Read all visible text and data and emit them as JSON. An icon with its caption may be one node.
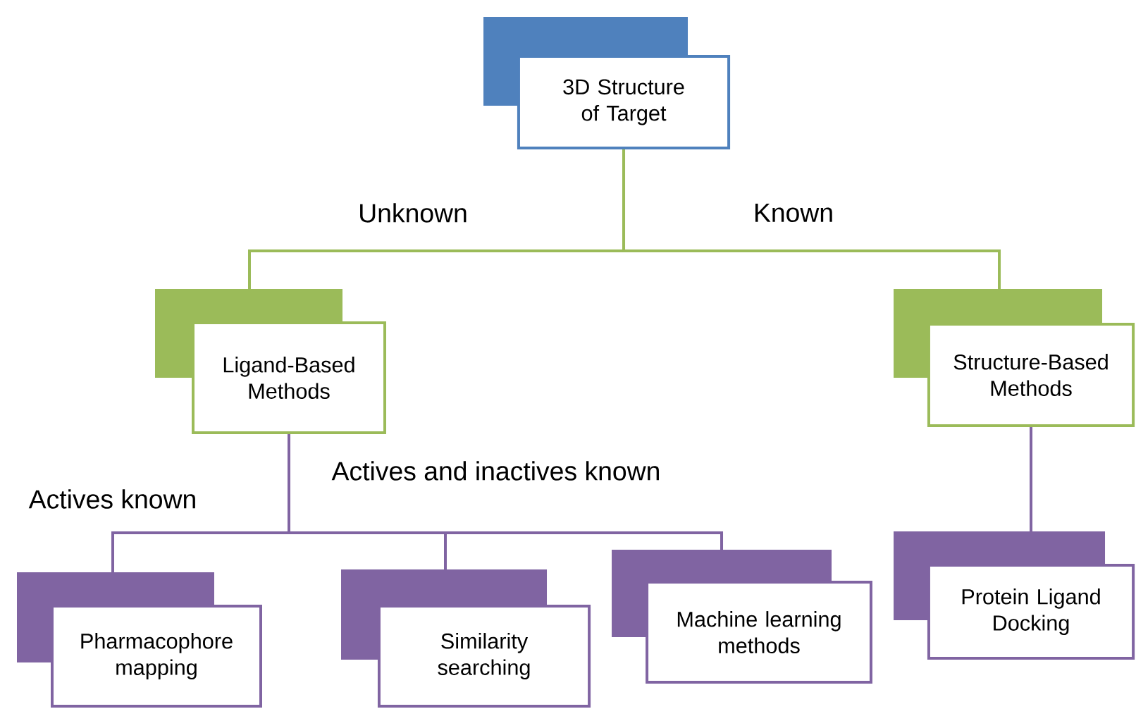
{
  "diagram": {
    "nodes": [
      {
        "text": [
          "3D Structure of Target"
        ]
      },
      {
        "text": [
          "Ligand-Based Methods"
        ]
      },
      {
        "text": [
          "Structure-Based Methods"
        ]
      },
      {
        "text": [
          "Pharmacophore mapping"
        ]
      },
      {
        "text": [
          "Similarity searching"
        ]
      },
      {
        "text": [
          "Machine learning methods"
        ]
      },
      {
        "text": [
          "Protein Ligand Docking"
        ]
      }
    ],
    "edges": [
      {
        "from": 0,
        "to": 1,
        "arrow": "none",
        "label": "Unknown",
        "color": "#9bbb59"
      },
      {
        "from": 0,
        "to": 2,
        "arrow": "none",
        "label": "Known",
        "color": "#9bbb59"
      },
      {
        "from": 1,
        "to": 3,
        "arrow": "none"
      },
      {
        "from": 1,
        "to": 4,
        "arrow": "none"
      },
      {
        "from": 1,
        "to": 5,
        "arrow": "none"
      },
      {
        "from": 2,
        "to": 6,
        "arrow": "none"
      }
    ],
    "labels": [
      "Actives and inactives known",
      "Actives known"
    ]
  }
}
